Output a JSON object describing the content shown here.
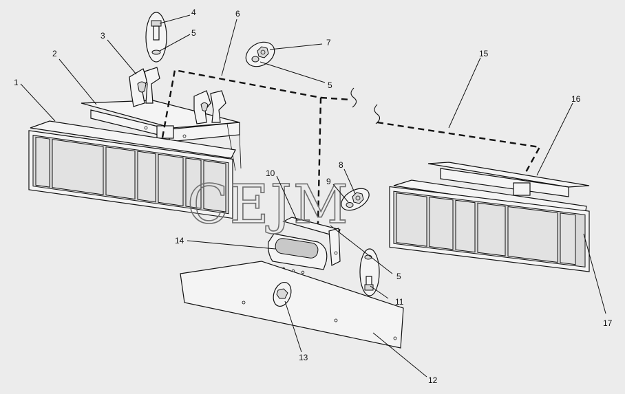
{
  "watermark": "CEJM",
  "callouts": [
    {
      "id": "1",
      "label": "1"
    },
    {
      "id": "2",
      "label": "2"
    },
    {
      "id": "3",
      "label": "3"
    },
    {
      "id": "4",
      "label": "4"
    },
    {
      "id": "5a",
      "label": "5"
    },
    {
      "id": "6",
      "label": "6"
    },
    {
      "id": "7",
      "label": "7"
    },
    {
      "id": "5b",
      "label": "5"
    },
    {
      "id": "15",
      "label": "15"
    },
    {
      "id": "16",
      "label": "16"
    },
    {
      "id": "8",
      "label": "8"
    },
    {
      "id": "9",
      "label": "9"
    },
    {
      "id": "10",
      "label": "10"
    },
    {
      "id": "14",
      "label": "14"
    },
    {
      "id": "5c",
      "label": "5"
    },
    {
      "id": "11",
      "label": "11"
    },
    {
      "id": "17",
      "label": "17"
    },
    {
      "id": "13",
      "label": "13"
    },
    {
      "id": "12",
      "label": "12"
    }
  ]
}
